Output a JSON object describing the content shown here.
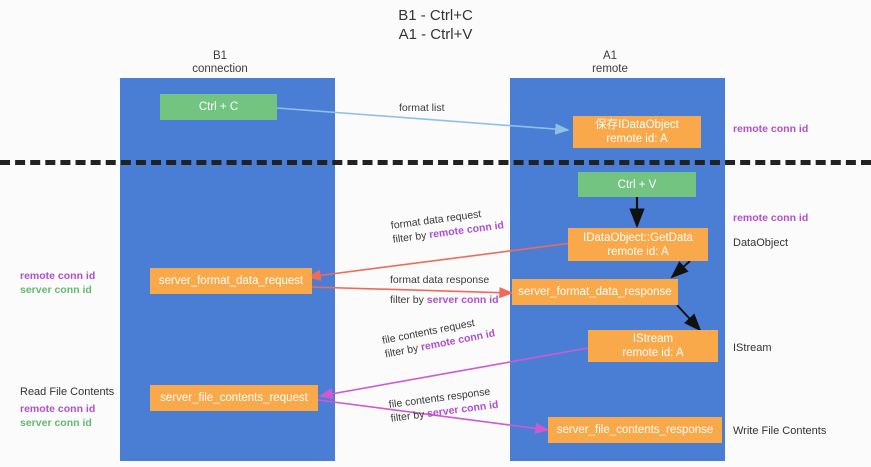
{
  "title": {
    "line1": "B1 - Ctrl+C",
    "line2": "A1 - Ctrl+V"
  },
  "columns": [
    {
      "name": "B1",
      "role": "connection"
    },
    {
      "name": "A1",
      "role": "remote"
    }
  ],
  "nodes": {
    "ctrl_c": {
      "label": "Ctrl + C"
    },
    "ctrl_v": {
      "label": "Ctrl + V"
    },
    "idataobject_store": {
      "line1": "保存IDataObject",
      "line2": "remote id: A"
    },
    "idataobject_getdata": {
      "line1": "IDataObject::GetData",
      "line2": "remote id: A"
    },
    "server_format_data_request": {
      "label": "server_format_data_request"
    },
    "server_format_data_response": {
      "label": "server_format_data_response"
    },
    "istream": {
      "line1": "IStream",
      "line2": "remote id: A"
    },
    "server_file_contents_request": {
      "label": "server_file_contents_request"
    },
    "server_file_contents_response": {
      "label": "server_file_contents_response"
    }
  },
  "edges": {
    "format_list": {
      "label": "format list"
    },
    "format_data_request": {
      "line1": "format data request",
      "filter_prefix": "filter by ",
      "filter_key": "remote conn id"
    },
    "format_data_response": {
      "line1": "format data response",
      "filter_prefix": "filter by ",
      "filter_key": "server conn id"
    },
    "file_contents_request": {
      "line1": "file contents request",
      "filter_prefix": "filter by ",
      "filter_key": "remote conn id"
    },
    "file_contents_response": {
      "line1": "file contents response",
      "filter_prefix": "filter by ",
      "filter_key": "server conn id"
    }
  },
  "annotations": {
    "right_remote_conn_id_top": "remote conn id",
    "right_remote_conn_id_mid": "remote conn id",
    "right_dataobject": "DataObject",
    "right_istream": "IStream",
    "right_write_file_contents": "Write File Contents",
    "left_remote_conn_id": "remote conn id",
    "left_server_conn_id": "server conn id",
    "left_read_file_contents": "Read File Contents",
    "left_remote_conn_id_2": "remote conn id",
    "left_server_conn_id_2": "server conn id"
  },
  "colors": {
    "lane": "#4a7ed4",
    "node_orange": "#f9a94a",
    "node_green": "#73c480",
    "purple": "#b04fd0",
    "green_text": "#64b96f",
    "arrow_blue": "#8fc1e8",
    "arrow_red": "#f06a5a",
    "arrow_magenta": "#cf5ad0",
    "arrow_black": "#111111",
    "divider": "#222222"
  }
}
